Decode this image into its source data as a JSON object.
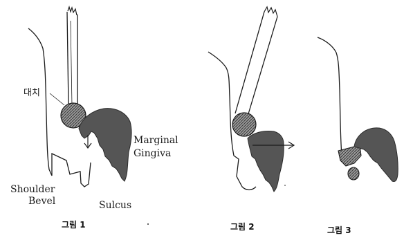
{
  "labels": {
    "daechi": "대치",
    "marginal_gingiva_line1": "Marginal",
    "marginal_gingiva_line2": "Gingiva",
    "shoulder": "Shoulder",
    "bevel": "Bevel",
    "sulcus": "Sulcus"
  },
  "captions": {
    "figure1": "그림 1",
    "figure2": "그림 2",
    "figure3": "그림 3"
  },
  "colors": {
    "ink": "#1a1a1a",
    "tissue": "#555555",
    "ball_hatch": "#4a4a4a",
    "background": "#ffffff"
  }
}
